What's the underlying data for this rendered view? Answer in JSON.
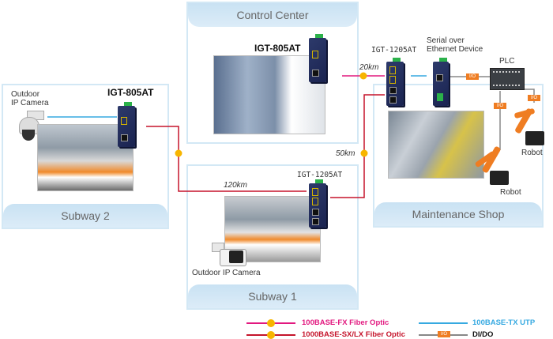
{
  "zones": {
    "control_center": "Control Center",
    "subway2": "Subway 2",
    "subway1": "Subway 1",
    "maintenance_shop": "Maintenance Shop"
  },
  "devices": {
    "cc_switch": "IGT-805AT",
    "s2_switch": "IGT-805AT",
    "s1_switch": "IGT-1205AT",
    "ms_switch": "IGT-1205AT",
    "serial_device": "Serial over\nEthernet Device",
    "serial_line1": "Serial over",
    "serial_line2": "Ethernet Device",
    "plc": "PLC",
    "s2_camera_line1": "Outdoor",
    "s2_camera_line2": "IP Camera",
    "s1_camera": "Outdoor IP Camera",
    "robot1": "Robot",
    "robot2": "Robot"
  },
  "distances": {
    "cc_to_ms": "20km",
    "s2_to_s1": "120km",
    "s1_to_ms": "50km"
  },
  "io_tag": "I/O",
  "legend": [
    {
      "label": "100BASE-FX Fiber Optic",
      "color": "#e2187f"
    },
    {
      "label": "1000BASE-SX/LX Fiber Optic",
      "color": "#c5142b"
    },
    {
      "label": "100BASE-TX UTP",
      "color": "#36a9e1"
    },
    {
      "label": "DI/DO",
      "color": "#111111"
    }
  ],
  "colors": {
    "fx_fiber": "#e2187f",
    "sx_fiber": "#c5142b",
    "utp": "#36a9e1",
    "dido": "#888888",
    "zone_border": "#d3e8f5",
    "switch_body": "#2d3a6b",
    "io_orange": "#ef7d22"
  }
}
